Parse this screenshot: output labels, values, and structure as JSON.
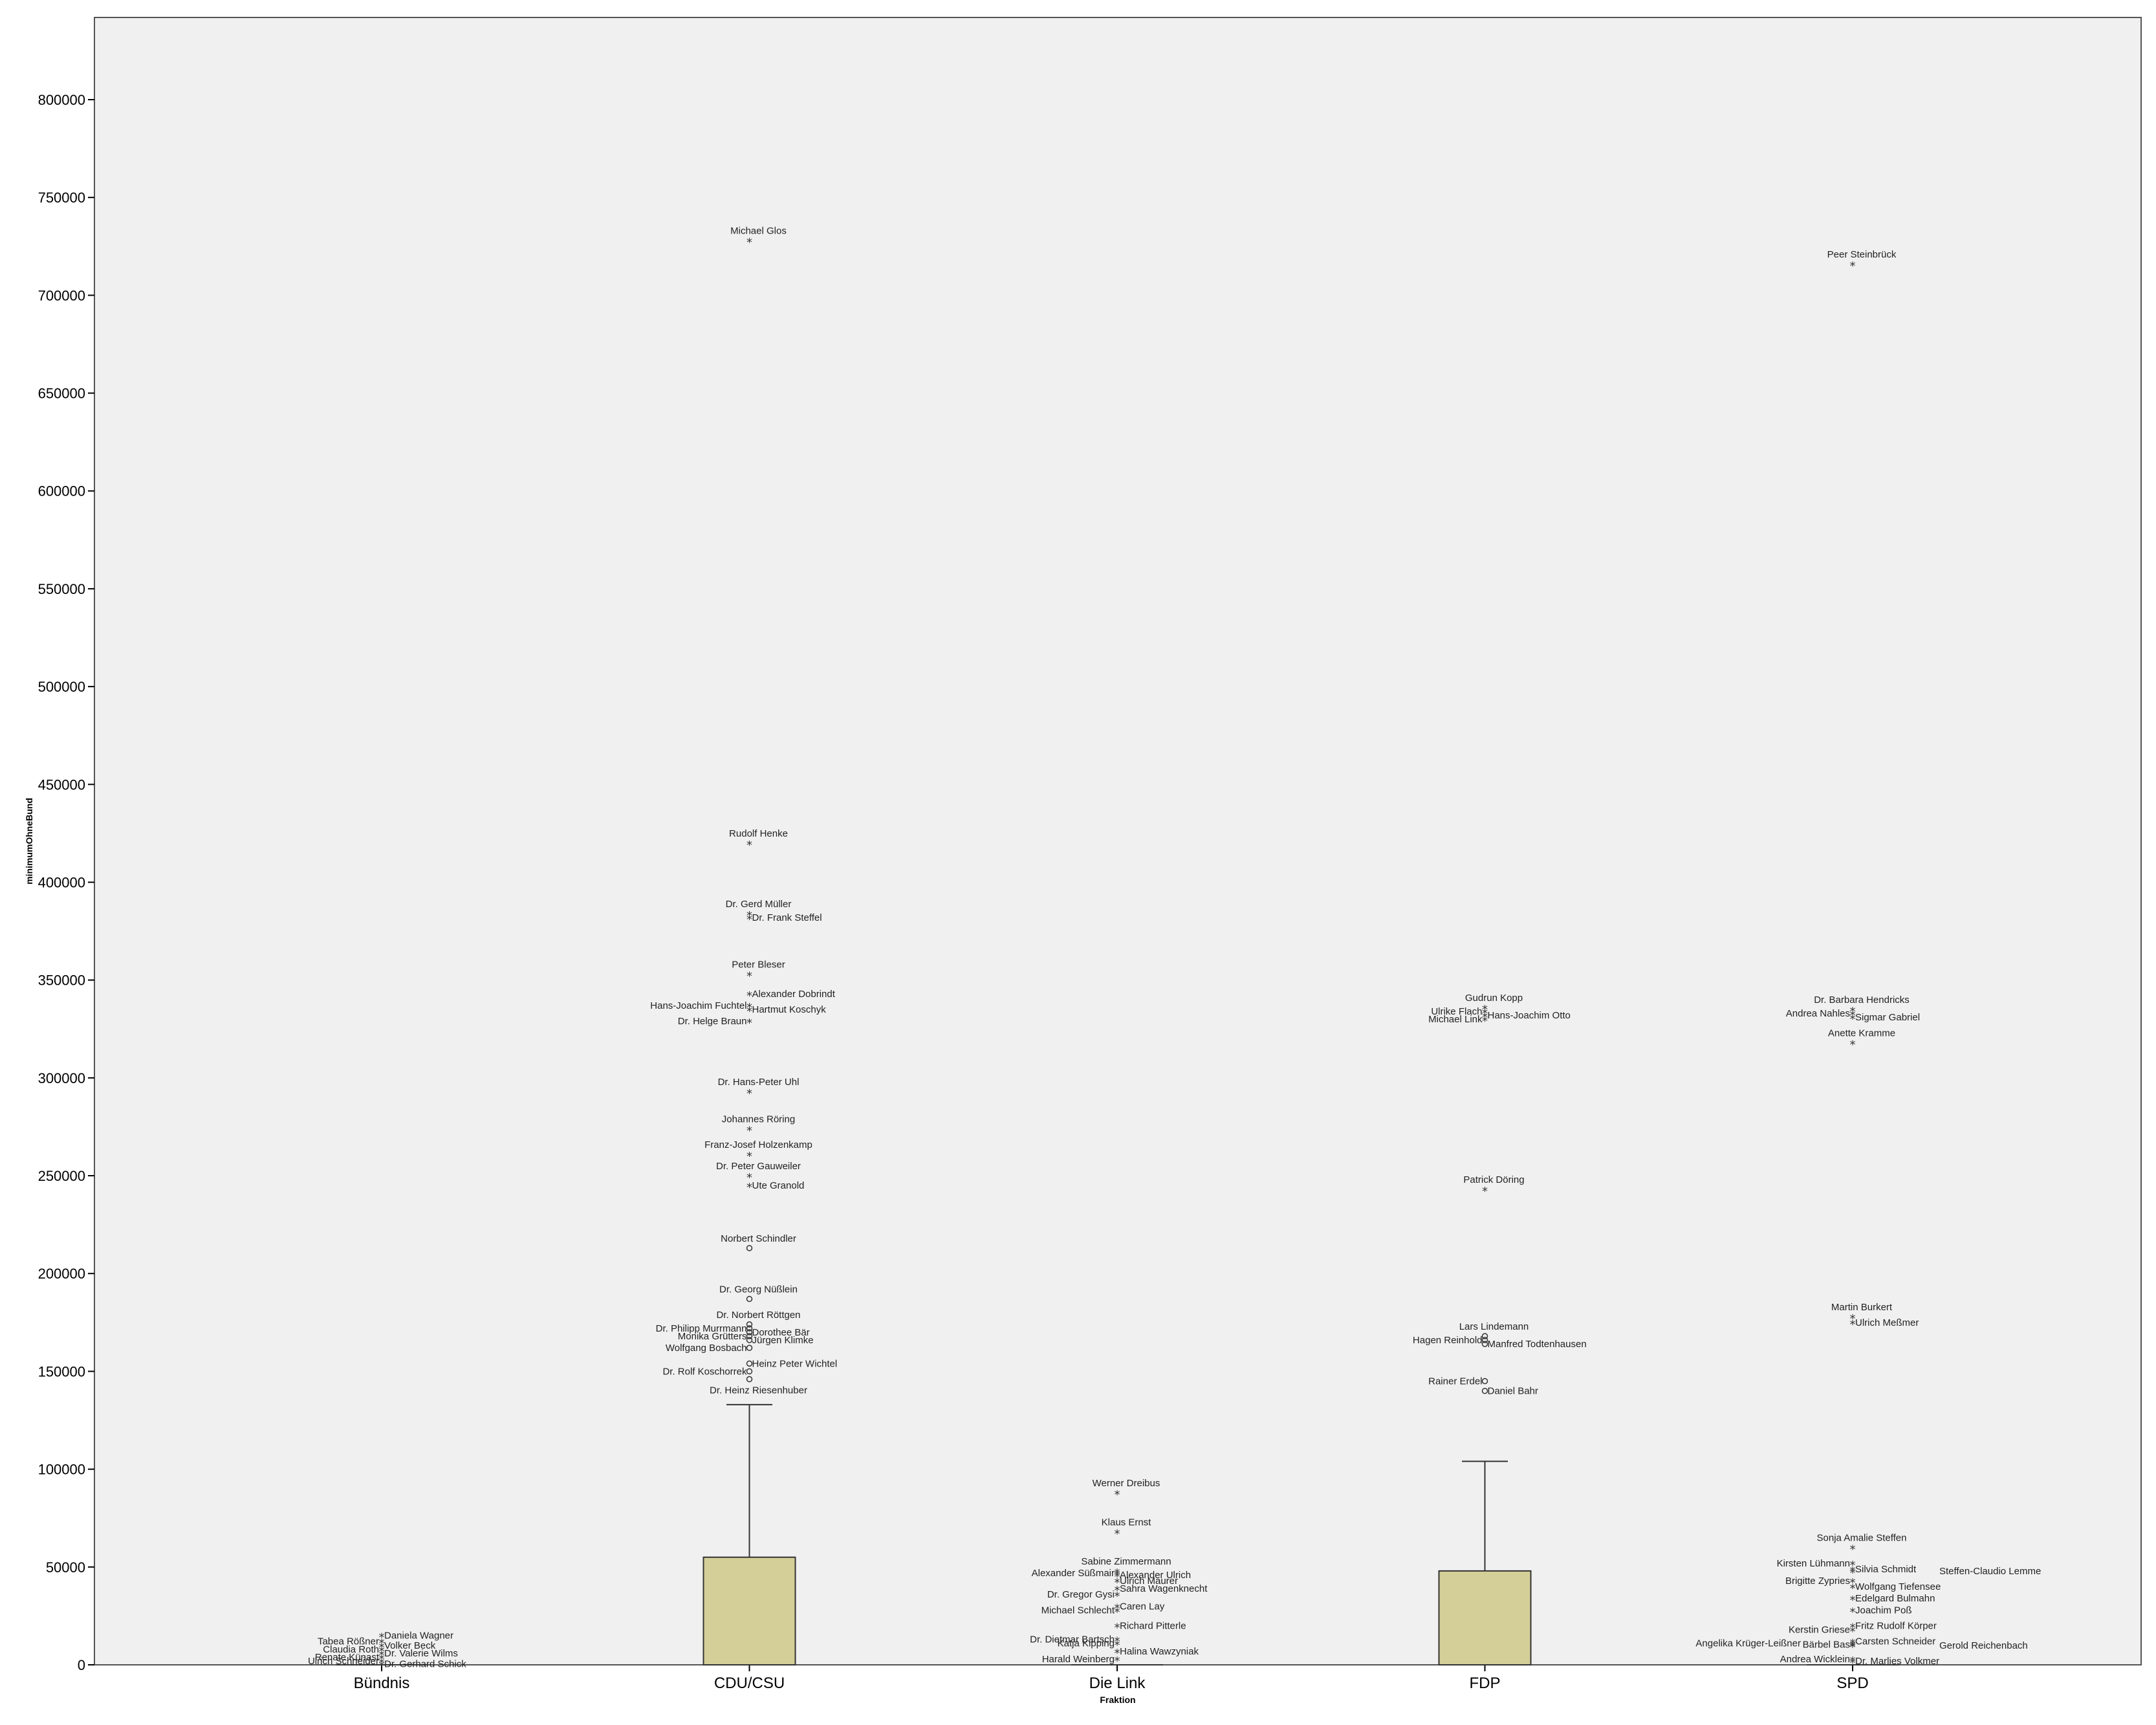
{
  "chart_data": {
    "type": "boxplot",
    "xlabel": "Fraktion",
    "ylabel": "minimumOhneBund",
    "ylim": [
      0,
      842000
    ],
    "yticks": [
      0,
      50000,
      100000,
      150000,
      200000,
      250000,
      300000,
      350000,
      400000,
      450000,
      500000,
      550000,
      600000,
      650000,
      700000,
      750000,
      800000
    ],
    "grid": false,
    "colors": {
      "plot_bg": "#f0f0f0",
      "box_fill": "#d4cf98",
      "box_stroke": "#333333"
    },
    "categories": [
      "Bündnis",
      "CDU/CSU",
      "Die Link",
      "FDP",
      "SPD"
    ],
    "boxes": [
      {
        "category": "Bündnis",
        "q1": 0,
        "median": 0,
        "q3": 0,
        "whisker_low": 0,
        "whisker_high": 0
      },
      {
        "category": "CDU/CSU",
        "q1": 0,
        "median": 0,
        "q3": 55000,
        "whisker_low": 0,
        "whisker_high": 133000
      },
      {
        "category": "Die Link",
        "q1": 0,
        "median": 0,
        "q3": 0,
        "whisker_low": 0,
        "whisker_high": 0
      },
      {
        "category": "FDP",
        "q1": 0,
        "median": 0,
        "q3": 48000,
        "whisker_low": 0,
        "whisker_high": 104000
      },
      {
        "category": "SPD",
        "q1": 0,
        "median": 0,
        "q3": 0,
        "whisker_low": 0,
        "whisker_high": 0
      }
    ],
    "outliers": [
      {
        "category": "Bündnis",
        "value": 15000,
        "label": "Daniela Wagner",
        "marker": "*",
        "side": "right"
      },
      {
        "category": "Bündnis",
        "value": 12000,
        "label": "Tabea Rößner",
        "marker": "*",
        "side": "left"
      },
      {
        "category": "Bündnis",
        "value": 10000,
        "label": "Volker Beck",
        "marker": "*",
        "side": "right"
      },
      {
        "category": "Bündnis",
        "value": 8000,
        "label": "Claudia Roth",
        "marker": "*",
        "side": "left"
      },
      {
        "category": "Bündnis",
        "value": 6000,
        "label": "Dr. Valerie Wilms",
        "marker": "*",
        "side": "right"
      },
      {
        "category": "Bündnis",
        "value": 4000,
        "label": "Renate Künast",
        "marker": "*",
        "side": "left"
      },
      {
        "category": "Bündnis",
        "value": 2000,
        "label": "Ulrich Schneider",
        "marker": "*",
        "side": "left"
      },
      {
        "category": "Bündnis",
        "value": 500,
        "label": "Dr. Gerhard Schick",
        "marker": "*",
        "side": "right"
      },
      {
        "category": "CDU/CSU",
        "value": 728000,
        "label": "Michael Glos",
        "marker": "*",
        "side": "above"
      },
      {
        "category": "CDU/CSU",
        "value": 420000,
        "label": "Rudolf Henke",
        "marker": "*",
        "side": "above"
      },
      {
        "category": "CDU/CSU",
        "value": 384000,
        "label": "Dr. Gerd Müller",
        "marker": "*",
        "side": "above"
      },
      {
        "category": "CDU/CSU",
        "value": 382000,
        "label": "Dr. Frank Steffel",
        "marker": "*",
        "side": "right"
      },
      {
        "category": "CDU/CSU",
        "value": 353000,
        "label": "Peter Bleser",
        "marker": "*",
        "side": "above"
      },
      {
        "category": "CDU/CSU",
        "value": 343000,
        "label": "Alexander Dobrindt",
        "marker": "*",
        "side": "right"
      },
      {
        "category": "CDU/CSU",
        "value": 337000,
        "label": "Hans-Joachim Fuchtel",
        "marker": "*",
        "side": "left"
      },
      {
        "category": "CDU/CSU",
        "value": 335000,
        "label": "Hartmut Koschyk",
        "marker": "*",
        "side": "right"
      },
      {
        "category": "CDU/CSU",
        "value": 329000,
        "label": "Dr. Helge Braun",
        "marker": "*",
        "side": "left"
      },
      {
        "category": "CDU/CSU",
        "value": 293000,
        "label": "Dr. Hans-Peter Uhl",
        "marker": "*",
        "side": "above"
      },
      {
        "category": "CDU/CSU",
        "value": 274000,
        "label": "Johannes Röring",
        "marker": "*",
        "side": "above"
      },
      {
        "category": "CDU/CSU",
        "value": 261000,
        "label": "Franz-Josef Holzenkamp",
        "marker": "*",
        "side": "above"
      },
      {
        "category": "CDU/CSU",
        "value": 250000,
        "label": "Dr. Peter Gauweiler",
        "marker": "*",
        "side": "above"
      },
      {
        "category": "CDU/CSU",
        "value": 245000,
        "label": "Ute Granold",
        "marker": "*",
        "side": "right"
      },
      {
        "category": "CDU/CSU",
        "value": 213000,
        "label": "Norbert Schindler",
        "marker": "o",
        "side": "above"
      },
      {
        "category": "CDU/CSU",
        "value": 187000,
        "label": "Dr. Georg Nüßlein",
        "marker": "o",
        "side": "above"
      },
      {
        "category": "CDU/CSU",
        "value": 174000,
        "label": "Dr. Norbert Röttgen",
        "marker": "o",
        "side": "above"
      },
      {
        "category": "CDU/CSU",
        "value": 172000,
        "label": "Dr. Philipp Murrmann",
        "marker": "o",
        "side": "left"
      },
      {
        "category": "CDU/CSU",
        "value": 170000,
        "label": "Dorothee Bär",
        "marker": "o",
        "side": "right"
      },
      {
        "category": "CDU/CSU",
        "value": 168000,
        "label": "Monika Grütters",
        "marker": "o",
        "side": "left"
      },
      {
        "category": "CDU/CSU",
        "value": 166000,
        "label": "Jürgen Klimke",
        "marker": "o",
        "side": "right"
      },
      {
        "category": "CDU/CSU",
        "value": 162000,
        "label": "Wolfgang Bosbach",
        "marker": "o",
        "side": "left"
      },
      {
        "category": "CDU/CSU",
        "value": 154000,
        "label": "Heinz Peter Wichtel",
        "marker": "o",
        "side": "right"
      },
      {
        "category": "CDU/CSU",
        "value": 150000,
        "label": "Dr. Rolf Koschorrek",
        "marker": "o",
        "side": "left"
      },
      {
        "category": "CDU/CSU",
        "value": 146000,
        "label": "Dr. Heinz Riesenhuber",
        "marker": "o",
        "side": "below"
      },
      {
        "category": "Die Link",
        "value": 88000,
        "label": "Werner Dreibus",
        "marker": "*",
        "side": "above"
      },
      {
        "category": "Die Link",
        "value": 68000,
        "label": "Klaus Ernst",
        "marker": "*",
        "side": "above"
      },
      {
        "category": "Die Link",
        "value": 48000,
        "label": "Sabine Zimmermann",
        "marker": "*",
        "side": "above"
      },
      {
        "category": "Die Link",
        "value": 47000,
        "label": "Alexander Süßmair",
        "marker": "*",
        "side": "left"
      },
      {
        "category": "Die Link",
        "value": 46000,
        "label": "Alexander Ulrich",
        "marker": "*",
        "side": "right"
      },
      {
        "category": "Die Link",
        "value": 43000,
        "label": "Ulrich Maurer",
        "marker": "*",
        "side": "right"
      },
      {
        "category": "Die Link",
        "value": 39000,
        "label": "Sahra Wagenknecht",
        "marker": "*",
        "side": "right"
      },
      {
        "category": "Die Link",
        "value": 36000,
        "label": "Dr. Gregor Gysi",
        "marker": "*",
        "side": "left"
      },
      {
        "category": "Die Link",
        "value": 30000,
        "label": "Caren Lay",
        "marker": "*",
        "side": "right"
      },
      {
        "category": "Die Link",
        "value": 28000,
        "label": "Michael Schlecht",
        "marker": "*",
        "side": "left"
      },
      {
        "category": "Die Link",
        "value": 20000,
        "label": "Richard Pitterle",
        "marker": "*",
        "side": "right"
      },
      {
        "category": "Die Link",
        "value": 13000,
        "label": "Dr. Dietmar Bartsch",
        "marker": "*",
        "side": "left"
      },
      {
        "category": "Die Link",
        "value": 11000,
        "label": "Katja Kipping",
        "marker": "*",
        "side": "left"
      },
      {
        "category": "Die Link",
        "value": 7000,
        "label": "Halina Wawzyniak",
        "marker": "*",
        "side": "right"
      },
      {
        "category": "Die Link",
        "value": 3000,
        "label": "Harald Weinberg",
        "marker": "*",
        "side": "left"
      },
      {
        "category": "FDP",
        "value": 336000,
        "label": "Gudrun Kopp",
        "marker": "*",
        "side": "above"
      },
      {
        "category": "FDP",
        "value": 334000,
        "label": "Ulrike Flach",
        "marker": "*",
        "side": "left"
      },
      {
        "category": "FDP",
        "value": 332000,
        "label": "Hans-Joachim Otto",
        "marker": "*",
        "side": "right"
      },
      {
        "category": "FDP",
        "value": 330000,
        "label": "Michael Link",
        "marker": "*",
        "side": "left"
      },
      {
        "category": "FDP",
        "value": 243000,
        "label": "Patrick Döring",
        "marker": "*",
        "side": "above"
      },
      {
        "category": "FDP",
        "value": 168000,
        "label": "Lars Lindemann",
        "marker": "o",
        "side": "above"
      },
      {
        "category": "FDP",
        "value": 166000,
        "label": "Hagen Reinhold",
        "marker": "o",
        "side": "left"
      },
      {
        "category": "FDP",
        "value": 164000,
        "label": "Manfred Todtenhausen",
        "marker": "o",
        "side": "right"
      },
      {
        "category": "FDP",
        "value": 145000,
        "label": "Rainer Erdel",
        "marker": "o",
        "side": "left"
      },
      {
        "category": "FDP",
        "value": 140000,
        "label": "Daniel Bahr",
        "marker": "o",
        "side": "right"
      },
      {
        "category": "SPD",
        "value": 716000,
        "label": "Peer Steinbrück",
        "marker": "*",
        "side": "above"
      },
      {
        "category": "SPD",
        "value": 335000,
        "label": "Dr. Barbara Hendricks",
        "marker": "*",
        "side": "above"
      },
      {
        "category": "SPD",
        "value": 333000,
        "label": "Andrea Nahles",
        "marker": "*",
        "side": "left"
      },
      {
        "category": "SPD",
        "value": 331000,
        "label": "Sigmar Gabriel",
        "marker": "*",
        "side": "right"
      },
      {
        "category": "SPD",
        "value": 318000,
        "label": "Anette Kramme",
        "marker": "*",
        "side": "above"
      },
      {
        "category": "SPD",
        "value": 178000,
        "label": "Martin Burkert",
        "marker": "*",
        "side": "above"
      },
      {
        "category": "SPD",
        "value": 175000,
        "label": "Ulrich Meßmer",
        "marker": "*",
        "side": "right"
      },
      {
        "category": "SPD",
        "value": 60000,
        "label": "Sonja Amalie Steffen",
        "marker": "*",
        "side": "above"
      },
      {
        "category": "SPD",
        "value": 52000,
        "label": "Kirsten Lühmann",
        "marker": "*",
        "side": "left"
      },
      {
        "category": "SPD",
        "value": 49000,
        "label": "Silvia Schmidt",
        "marker": "*",
        "side": "right"
      },
      {
        "category": "SPD",
        "value": 48000,
        "label": "Steffen-Claudio Lemme",
        "marker": "*",
        "side": "right-far"
      },
      {
        "category": "SPD",
        "value": 43000,
        "label": "Brigitte Zypries",
        "marker": "*",
        "side": "left"
      },
      {
        "category": "SPD",
        "value": 40000,
        "label": "Wolfgang Tiefensee",
        "marker": "*",
        "side": "right"
      },
      {
        "category": "SPD",
        "value": 34000,
        "label": "Edelgard Bulmahn",
        "marker": "*",
        "side": "right"
      },
      {
        "category": "SPD",
        "value": 28000,
        "label": "Joachim Poß",
        "marker": "*",
        "side": "right"
      },
      {
        "category": "SPD",
        "value": 20000,
        "label": "Fritz Rudolf Körper",
        "marker": "*",
        "side": "right"
      },
      {
        "category": "SPD",
        "value": 18000,
        "label": "Kerstin Griese",
        "marker": "*",
        "side": "left"
      },
      {
        "category": "SPD",
        "value": 12000,
        "label": "Carsten Schneider",
        "marker": "*",
        "side": "right"
      },
      {
        "category": "SPD",
        "value": 11000,
        "label": "Angelika Krüger-Leißner",
        "marker": "*",
        "side": "left-far"
      },
      {
        "category": "SPD",
        "value": 10500,
        "label": "Bärbel Bas",
        "marker": "*",
        "side": "left"
      },
      {
        "category": "SPD",
        "value": 10000,
        "label": "Gerold Reichenbach",
        "marker": "*",
        "side": "right-far"
      },
      {
        "category": "SPD",
        "value": 3000,
        "label": "Andrea Wicklein",
        "marker": "*",
        "side": "left"
      },
      {
        "category": "SPD",
        "value": 2000,
        "label": "Dr. Marlies Volkmer",
        "marker": "*",
        "side": "right"
      }
    ]
  }
}
